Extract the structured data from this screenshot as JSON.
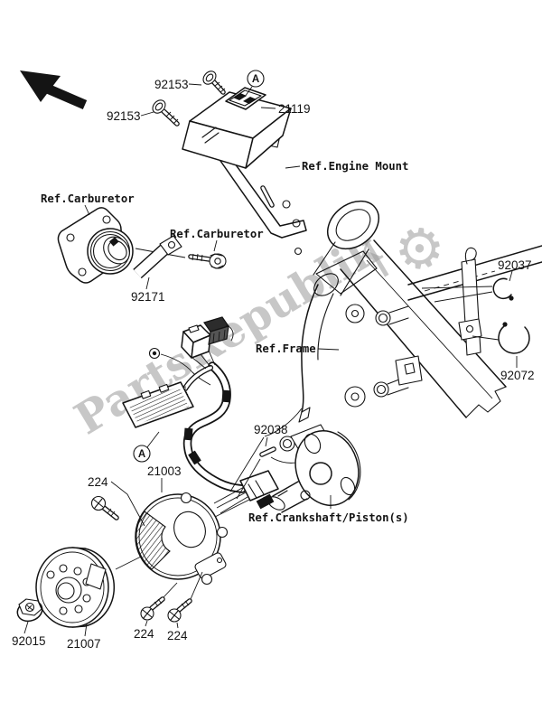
{
  "diagram": {
    "type": "exploded-parts-diagram",
    "subject": "motorcycle generator / ignition",
    "background": "#ffffff",
    "line_color": "#141414"
  },
  "watermark": {
    "text": "PartsRepublik",
    "bar": "|",
    "gear_glyph": "⚙",
    "color": "#9a9a9a"
  },
  "markers": {
    "a_top": "A",
    "a_bottom": "A"
  },
  "part_labels": {
    "bolt_92153_top": "92153",
    "bolt_92153_left": "92153",
    "igniter_21119": "21119",
    "band_92171": "92171",
    "clamp_92037": "92037",
    "band_92072": "92072",
    "key_92038": "92038",
    "stator_21003": "21003",
    "screw_224_top": "224",
    "screw_224_left": "224",
    "screw_224_right": "224",
    "nut_92015": "92015",
    "flywheel_21007": "21007"
  },
  "ref_labels": {
    "engine_mount": "Ref.Engine Mount",
    "carburetor_top": "Ref.Carburetor",
    "carburetor_right": "Ref.Carburetor",
    "frame": "Ref.Frame",
    "crankshaft": "Ref.Crankshaft/Piston(s)"
  }
}
